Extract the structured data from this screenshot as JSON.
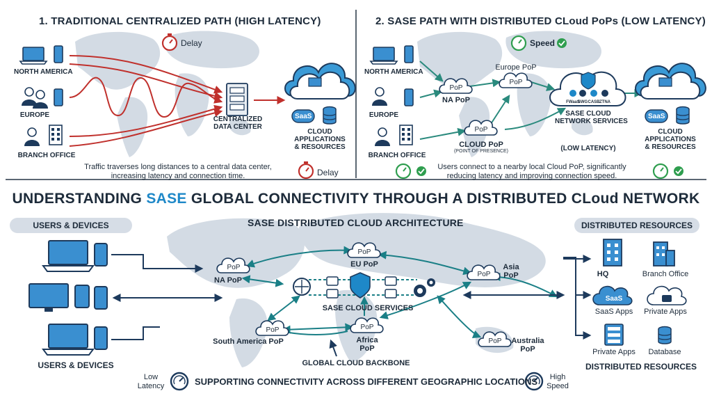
{
  "top_left": {
    "title": "1. TRADITIONAL CENTRALIZED PATH (HIGH LATENCY)",
    "delay_top": "Delay",
    "delay_bottom": "Delay",
    "sources": [
      "NORTH AMERICA",
      "EUROPE",
      "BRANCH OFFICE"
    ],
    "datacenter": [
      "CENTRALIZED",
      "DATA CENTER"
    ],
    "saas": "SaaS",
    "cloud_apps": [
      "CLOUD",
      "APPLICATIONS",
      "& RESOURCES"
    ],
    "note": [
      "Traffic traverses long distances to a central data center,",
      "increasing latency and connection time."
    ]
  },
  "top_right": {
    "title": "2. SASE PATH WITH DISTRIBUTED CLoud PoPs (LOW LATENCY)",
    "speed": "Speed",
    "sources": [
      "NORTH AMERICA",
      "EUROPE",
      "BRANCH OFFICE"
    ],
    "pop": "PoP",
    "na_pop": "NA PoP",
    "europe_pop": "Europe PoP",
    "cloud_pop": "CLOUD PoP",
    "cloud_pop_sub": "(POINT OF PRESENCE)",
    "services": [
      "FWaaS",
      "SWG",
      "CASB",
      "ZTNA"
    ],
    "sase_services": [
      "SASE CLOUD",
      "NETWORK SERVICES"
    ],
    "low_latency": "(LOW LATENCY)",
    "saas": "SaaS",
    "cloud_apps": [
      "CLOUD",
      "APPLICATIONS",
      "& RESOURCES"
    ],
    "note": [
      "Users connect to a nearby local Cloud PoP, significantly",
      "reducing latency and improving connection speed."
    ]
  },
  "main_title": {
    "part1": "UNDERSTANDING ",
    "highlight": "SASE",
    "part2": " GLOBAL CONNECTIVITY THROUGH A DISTRIBUTED CLoud NETWORK"
  },
  "bottom": {
    "users_pill": "USERS & DEVICES",
    "users_label": "USERS & DEVICES",
    "arch_title": "SASE DISTRIBUTED CLOUD ARCHITECTURE",
    "pop": "PoP",
    "na_pop": "NA PoP",
    "eu_pop": "EU PoP",
    "asia_pop": [
      "Asia",
      "PoP"
    ],
    "south_america_pop": "South America PoP",
    "africa_pop": [
      "Africa",
      "PoP"
    ],
    "australia_pop": [
      "Australia",
      "PoP"
    ],
    "sase_cloud_services": "SASE CLOUD SERVICES",
    "backbone": "GLOBAL CLOUD BACKBONE",
    "resources_pill": "DISTRIBUTED RESOURCES",
    "resources_label": "DISTRIBUTED RESOURCES",
    "hq": "HQ",
    "branch_office": "Branch Office",
    "saas": "SaaS",
    "saas_apps": "SaaS Apps",
    "private_apps": "Private Apps",
    "database": "Database",
    "low_latency": [
      "Low",
      "Latency"
    ],
    "footer": "SUPPORTING CONNECTIVITY ACROSS DIFFERENT GEOGRAPHIC LOCATIONS",
    "high_speed": [
      "High",
      "Speed"
    ]
  },
  "colors": {
    "navy": "#1d3a5c",
    "teal": "#1a7f86",
    "red": "#c0302c",
    "green": "#2f9e4f",
    "map": "#c9d3de",
    "accent_blue": "#1e88c8"
  }
}
